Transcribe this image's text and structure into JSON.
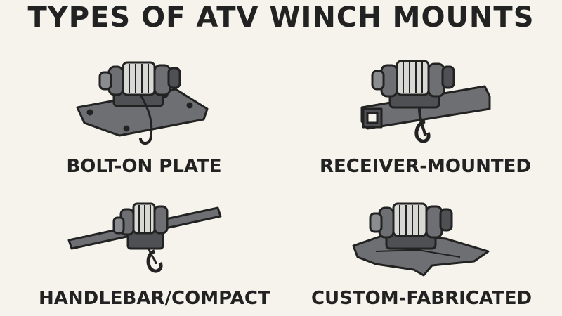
{
  "title": "TYPES OF ATV WINCH MOUNTS",
  "colors": {
    "background": "#f6f3ec",
    "ink": "#222222",
    "metal": "#6d6f73",
    "metal_dark": "#4e5054",
    "metal_light": "#8a8c90",
    "cable": "#d8d8d4"
  },
  "mounts": [
    {
      "label": "BOLT-ON PLATE",
      "icon": "winch-bolt-on-plate-icon"
    },
    {
      "label": "RECEIVER-MOUNTED",
      "icon": "winch-receiver-mounted-icon"
    },
    {
      "label": "HANDLEBAR/COMPACT",
      "icon": "winch-handlebar-compact-icon"
    },
    {
      "label": "CUSTOM-FABRICATED",
      "icon": "winch-custom-fabricated-icon"
    }
  ]
}
